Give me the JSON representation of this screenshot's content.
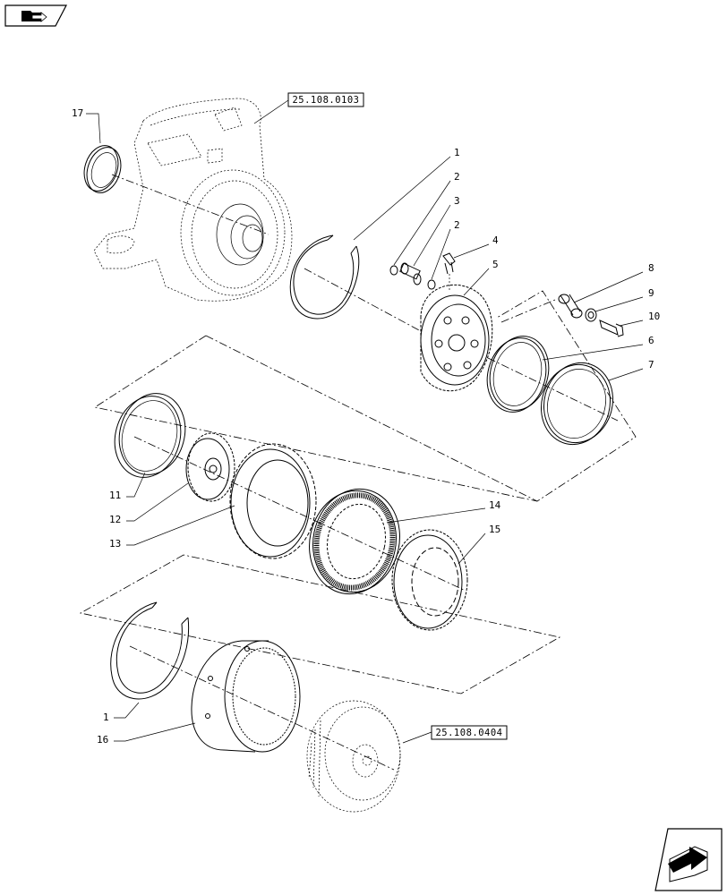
{
  "nav": {
    "prev_icon": "folder-arrow-icon",
    "next_icon": "page-arrow-icon"
  },
  "refs": {
    "top": "25.108.0103",
    "bottom": "25.108.0404"
  },
  "callouts": {
    "c1a": "1",
    "c2a": "2",
    "c3": "3",
    "c2b": "2",
    "c4": "4",
    "c5": "5",
    "c6": "6",
    "c7": "7",
    "c8": "8",
    "c9": "9",
    "c10": "10",
    "c11": "11",
    "c12": "12",
    "c13": "13",
    "c14": "14",
    "c15": "15",
    "c16": "16",
    "c1b": "1",
    "c17": "17"
  }
}
